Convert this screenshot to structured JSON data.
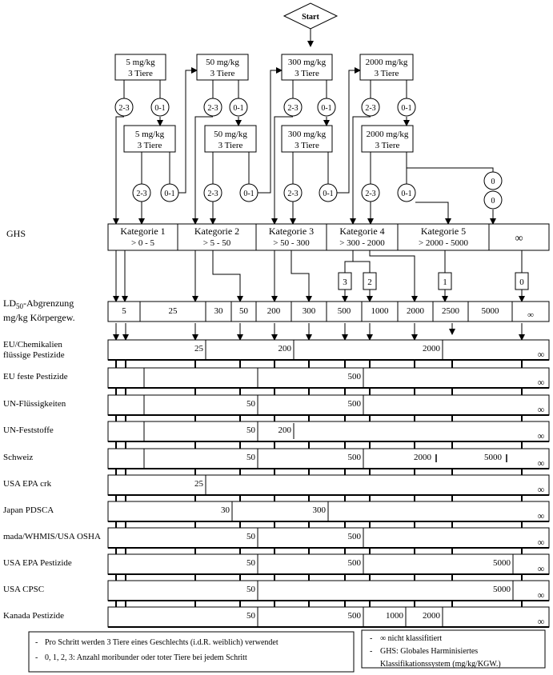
{
  "start_label": "Start",
  "flow": {
    "doses": [
      {
        "line1": "5 mg/kg",
        "line2": "3 Tiere"
      },
      {
        "line1": "50 mg/kg",
        "line2": "3 Tiere"
      },
      {
        "line1": "300 mg/kg",
        "line2": "3 Tiere"
      },
      {
        "line1": "2000 mg/kg",
        "line2": "3 Tiere"
      }
    ],
    "outcome_high": "2-3",
    "outcome_low": "0-1",
    "outcome_zero": "0"
  },
  "ghs": {
    "row_label": "GHS",
    "categories": [
      {
        "name": "Kategorie 1",
        "range": "> 0 - 5"
      },
      {
        "name": "Kategorie 2",
        "range": "> 5 - 50"
      },
      {
        "name": "Kategorie 3",
        "range": "> 50 - 300"
      },
      {
        "name": "Kategorie 4",
        "range": "> 300 - 2000"
      },
      {
        "name": "Kategorie 5",
        "range": "> 2000 - 5000"
      },
      {
        "name": "",
        "range": "∞"
      }
    ],
    "count_boxes": [
      "3",
      "2",
      "1",
      "0"
    ]
  },
  "ld50": {
    "label_main": "LD",
    "label_sub": "50",
    "label_rest": "-Abgrenzung",
    "label_line2": "mg/kg Körpergew.",
    "values": [
      "5",
      "25",
      "30",
      "50",
      "200",
      "300",
      "500",
      "1000",
      "2000",
      "2500",
      "5000",
      "∞"
    ]
  },
  "infinity": "∞",
  "systems": [
    {
      "label1": "EU/Chemikalien",
      "label2": "flüssige Pestizide",
      "segments": [
        {
          "value": 25,
          "label": "25"
        },
        {
          "value": 200,
          "label": "200"
        },
        {
          "value": 2000,
          "label": "2000"
        }
      ]
    },
    {
      "label1": "EU feste Pestizide",
      "segments": [
        {
          "value": 5,
          "label": ""
        },
        {
          "value": 50,
          "label": ""
        },
        {
          "value": 500,
          "label": "500"
        }
      ]
    },
    {
      "label1": "UN-Flüssigkeiten",
      "segments": [
        {
          "value": 5,
          "label": ""
        },
        {
          "value": 50,
          "label": "50"
        },
        {
          "value": 500,
          "label": "500"
        }
      ]
    },
    {
      "label1": "UN-Feststoffe",
      "segments": [
        {
          "value": 5,
          "label": ""
        },
        {
          "value": 50,
          "label": "50"
        },
        {
          "value": 200,
          "label": "200",
          "short": true
        }
      ]
    },
    {
      "label1": "Schweiz",
      "segments": [
        {
          "value": 5,
          "label": ""
        },
        {
          "value": 50,
          "label": "50"
        },
        {
          "value": 500,
          "label": "500"
        },
        {
          "value": 2000,
          "label": "2000",
          "short": true
        },
        {
          "value": 5000,
          "label": "5000",
          "short": true
        }
      ]
    },
    {
      "label1": "USA EPA crk",
      "segments": [
        {
          "value": 25,
          "label": "25"
        }
      ]
    },
    {
      "label1": "Japan PDSCA",
      "segments": [
        {
          "value": 30,
          "label": "30"
        },
        {
          "value": 300,
          "label": "300"
        }
      ]
    },
    {
      "label1": "mada/WHMIS/USA OSHA",
      "segments": [
        {
          "value": 50,
          "label": "50"
        },
        {
          "value": 500,
          "label": "500"
        }
      ]
    },
    {
      "label1": "USA EPA Pestizide",
      "segments": [
        {
          "value": 50,
          "label": "50"
        },
        {
          "value": 500,
          "label": "500"
        },
        {
          "value": 5000,
          "label": "5000"
        }
      ]
    },
    {
      "label1": "USA CPSC",
      "segments": [
        {
          "value": 50,
          "label": "50"
        },
        {
          "value": 5000,
          "label": "5000"
        }
      ]
    },
    {
      "label1": "Kanada Pestizide",
      "segments": [
        {
          "value": 50,
          "label": "50"
        },
        {
          "value": 500,
          "label": "500"
        },
        {
          "value": 1000,
          "label": "1000"
        },
        {
          "value": 2000,
          "label": "2000"
        }
      ]
    }
  ],
  "legend_left": [
    "Pro Schritt werden 3 Tiere eines Geschlechts (i.d.R. weiblich) verwendet",
    "0, 1, 2, 3: Anzahl moribunder oder toter Tiere bei jedem Schritt"
  ],
  "legend_right": [
    "∞ nicht klassifitiert",
    "GHS: Globales Harminisiertes",
    "Klassifikationssystem (mg/kg/KGW.)"
  ]
}
